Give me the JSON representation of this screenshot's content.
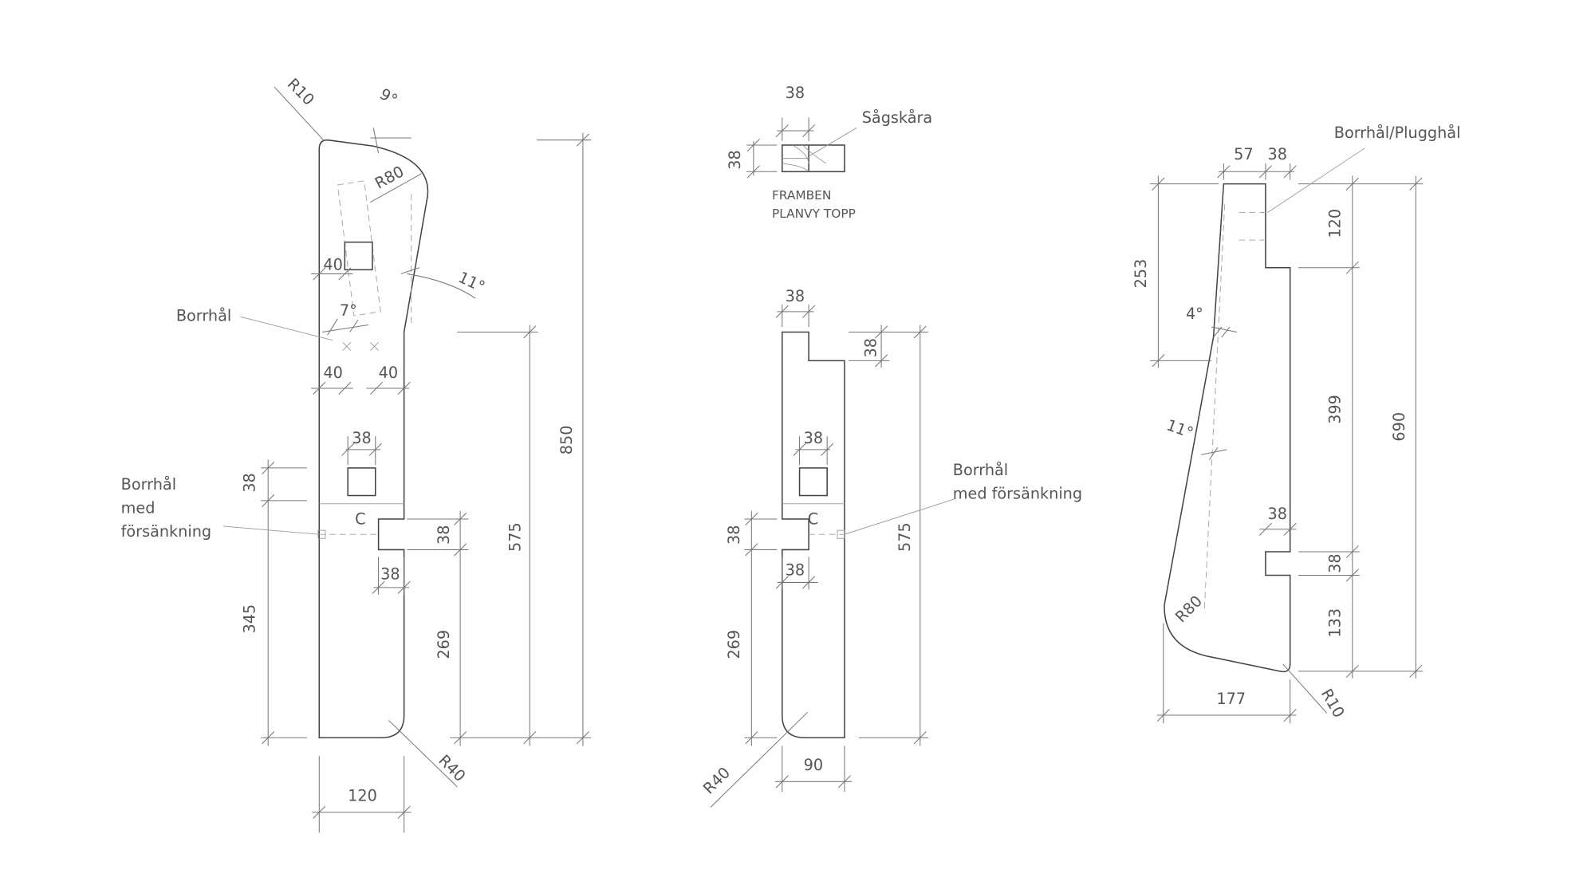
{
  "left_view": {
    "radius_top": "R10",
    "angle_top": "9°",
    "radius_upper": "R80",
    "angle_side": "11°",
    "dim_40_upper": "40",
    "angle_hole": "7°",
    "label_borrhal": "Borrhål",
    "dim_40_left": "40",
    "dim_40_right": "40",
    "dim_38_square": "38",
    "section_mark": "C",
    "dim_38_left": "38",
    "label_countersunk_1": "Borrhål",
    "label_countersunk_2": "med",
    "label_countersunk_3": "försänkning",
    "dim_38_notch": "38",
    "dim_38_notch_width": "38",
    "dim_345": "345",
    "dim_269": "269",
    "dim_575": "575",
    "dim_850": "850",
    "dim_120": "120",
    "radius_bottom": "R40"
  },
  "top_view": {
    "dim_width": "38",
    "dim_depth": "38",
    "label_saw_kerf": "Sågskåra",
    "caption_1": "FRAMBEN",
    "caption_2": "PLANVY TOPP"
  },
  "middle_view": {
    "dim_38_top": "38",
    "dim_38_top_right": "38",
    "dim_38_square": "38",
    "section_mark": "C",
    "label_countersunk_1": "Borrhål",
    "label_countersunk_2": "med försänkning",
    "dim_38_notch": "38",
    "dim_38_notch_width": "38",
    "dim_269": "269",
    "dim_575": "575",
    "dim_90": "90",
    "radius_bottom": "R40"
  },
  "right_view": {
    "label_hole": "Borrhål/Plugghål",
    "dim_57": "57",
    "dim_38_top": "38",
    "dim_253": "253",
    "angle_4": "4°",
    "angle_11": "11°",
    "dim_120": "120",
    "dim_399": "399",
    "dim_38_notch": "38",
    "dim_38_notch_width": "38",
    "dim_133": "133",
    "dim_690": "690",
    "radius_bottom": "R80",
    "dim_177": "177",
    "radius_corner": "R10"
  }
}
